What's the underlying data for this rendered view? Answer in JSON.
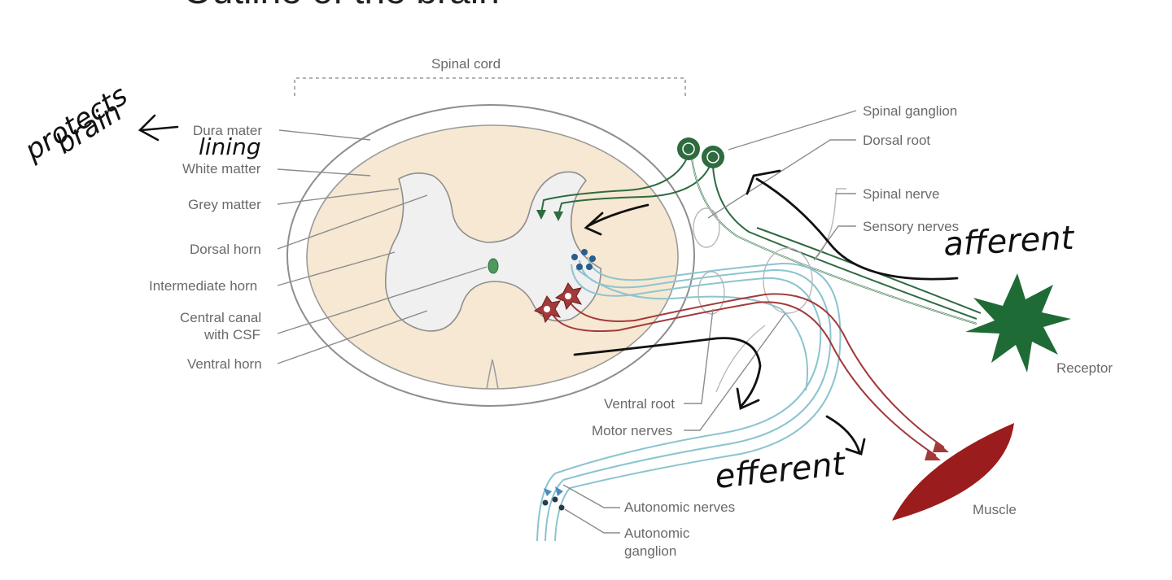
{
  "heading": "Outline of the brain",
  "diagram": {
    "bracket_label": "Spinal cord",
    "left_labels": {
      "dura_mater": "Dura mater",
      "white_matter": "White matter",
      "grey_matter": "Grey matter",
      "dorsal_horn": "Dorsal horn",
      "intermediate_horn": "Intermediate horn",
      "central_canal_1": "Central canal",
      "central_canal_2": "with CSF",
      "ventral_horn": "Ventral horn"
    },
    "right_labels": {
      "spinal_ganglion": "Spinal ganglion",
      "dorsal_root": "Dorsal root",
      "spinal_nerve": "Spinal nerve",
      "sensory_nerves": "Sensory nerves",
      "receptor": "Receptor",
      "ventral_root": "Ventral root",
      "motor_nerves": "Motor nerves",
      "muscle": "Muscle",
      "autonomic_nerves": "Autonomic nerves",
      "autonomic_ganglion_1": "Autonomic",
      "autonomic_ganglion_2": "ganglion"
    },
    "colors": {
      "sensory": "#2e6b3f",
      "motor": "#a33a3a",
      "autonomic": "#8cc4cf",
      "white_matter_fill": "#f6e8d2",
      "grey_matter_fill": "#f0f0f0",
      "muscle_fill": "#9b1c1c",
      "receptor_fill": "#1f6b35"
    }
  },
  "annotations": {
    "protects_1": "protects",
    "protects_2": "brain",
    "lining": "lining",
    "afferent": "afferent",
    "efferent": "efferent"
  }
}
